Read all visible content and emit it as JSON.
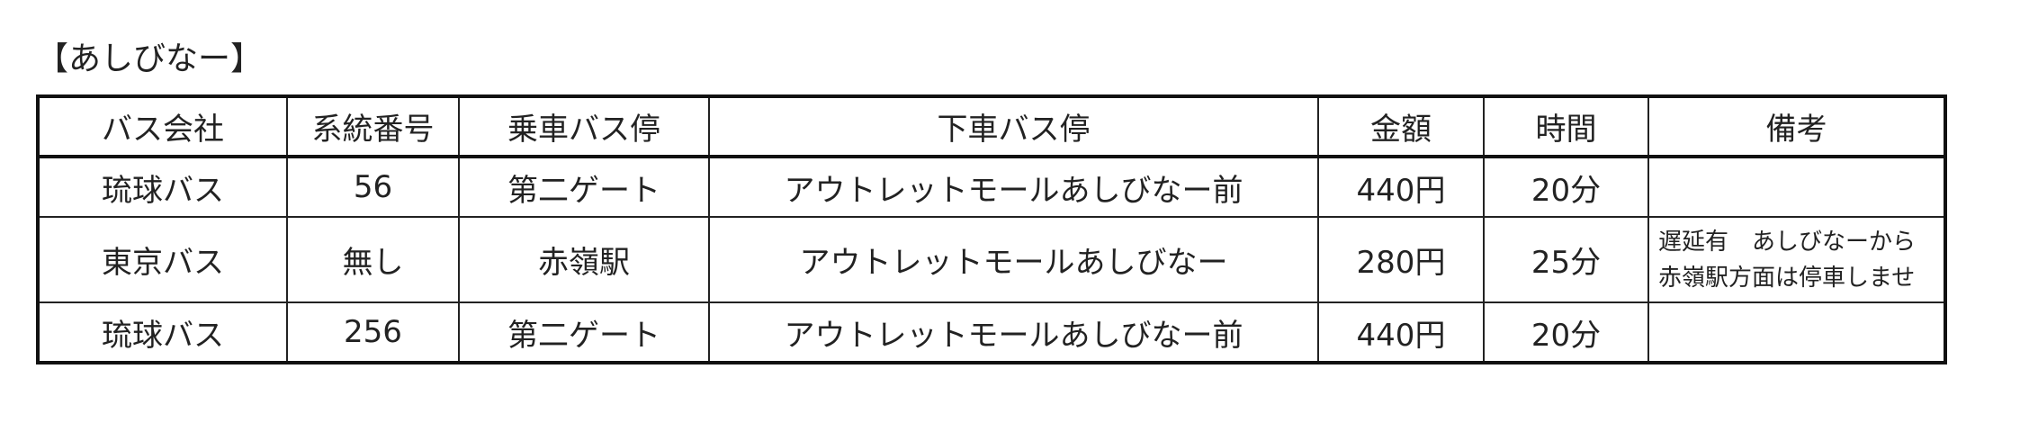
{
  "title": "【あしびなー】",
  "table": {
    "headers": [
      "バス会社",
      "系統番号",
      "乗車バス停",
      "下車バス停",
      "金額",
      "時間",
      "備考"
    ],
    "rows": [
      [
        "琉球バス",
        "56",
        "第二ゲート",
        "アウトレットモールあしびなー前",
        "440円",
        "20分",
        ""
      ],
      [
        "東京バス",
        "無し",
        "赤嶺駅",
        "アウトレットモールあしびなー",
        "280円",
        "25分",
        "遅延有　あしびなーから赤嶺駅方面は停車しませ"
      ],
      [
        "琉球バス",
        "256",
        "第二ゲート",
        "アウトレットモールあしびなー前",
        "440円",
        "20分",
        ""
      ]
    ],
    "remark_lines": [
      "遅延有　あしびなーから",
      "赤嶺駅方面は停車しませ"
    ]
  }
}
